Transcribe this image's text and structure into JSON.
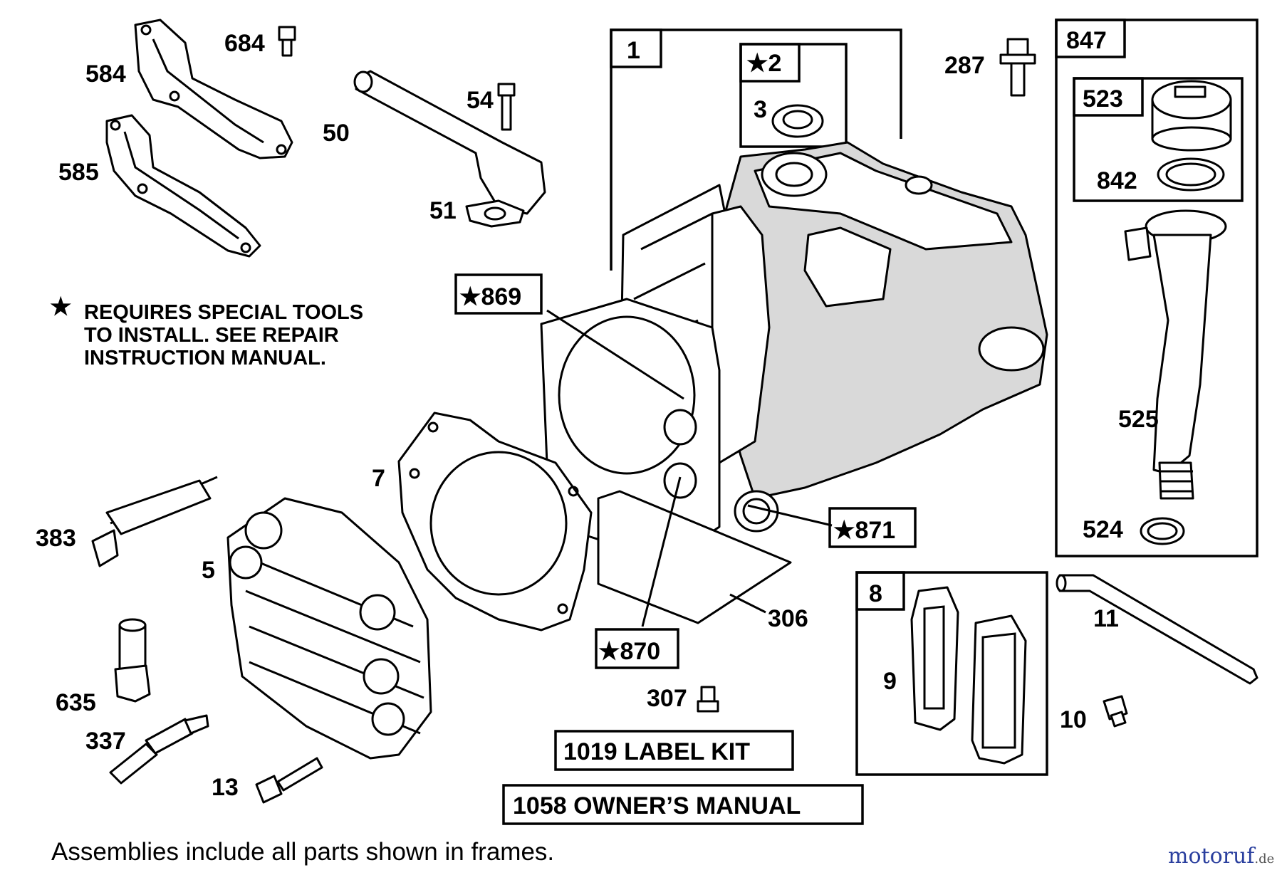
{
  "parts": {
    "p684": "684",
    "p584": "584",
    "p585": "585",
    "p50": "50",
    "p54": "54",
    "p51": "51",
    "p1": "1",
    "p2": "★2",
    "p3": "3",
    "p287": "287",
    "p847": "847",
    "p523": "523",
    "p842": "842",
    "p525": "525",
    "p524": "524",
    "p869": "★869",
    "p871": "★871",
    "p870": "★870",
    "p7": "7",
    "p306": "306",
    "p307": "307",
    "p383": "383",
    "p5": "5",
    "p635": "635",
    "p337": "337",
    "p13": "13",
    "p8": "8",
    "p9": "9",
    "p10": "10",
    "p11": "11"
  },
  "note": {
    "star": "★",
    "line1": "REQUIRES SPECIAL TOOLS",
    "line2": "TO INSTALL.  SEE REPAIR",
    "line3": "INSTRUCTION MANUAL."
  },
  "kits": {
    "label_kit": "1019 LABEL KIT",
    "owners_manual": "1058 OWNER’S MANUAL"
  },
  "footer": "Assemblies include all parts shown in frames.",
  "watermark": {
    "text": "motoruf",
    "suffix": ".de",
    "colors": [
      "#2a3f9e",
      "#e2231a",
      "#f5a800",
      "#2a8a3e"
    ]
  }
}
